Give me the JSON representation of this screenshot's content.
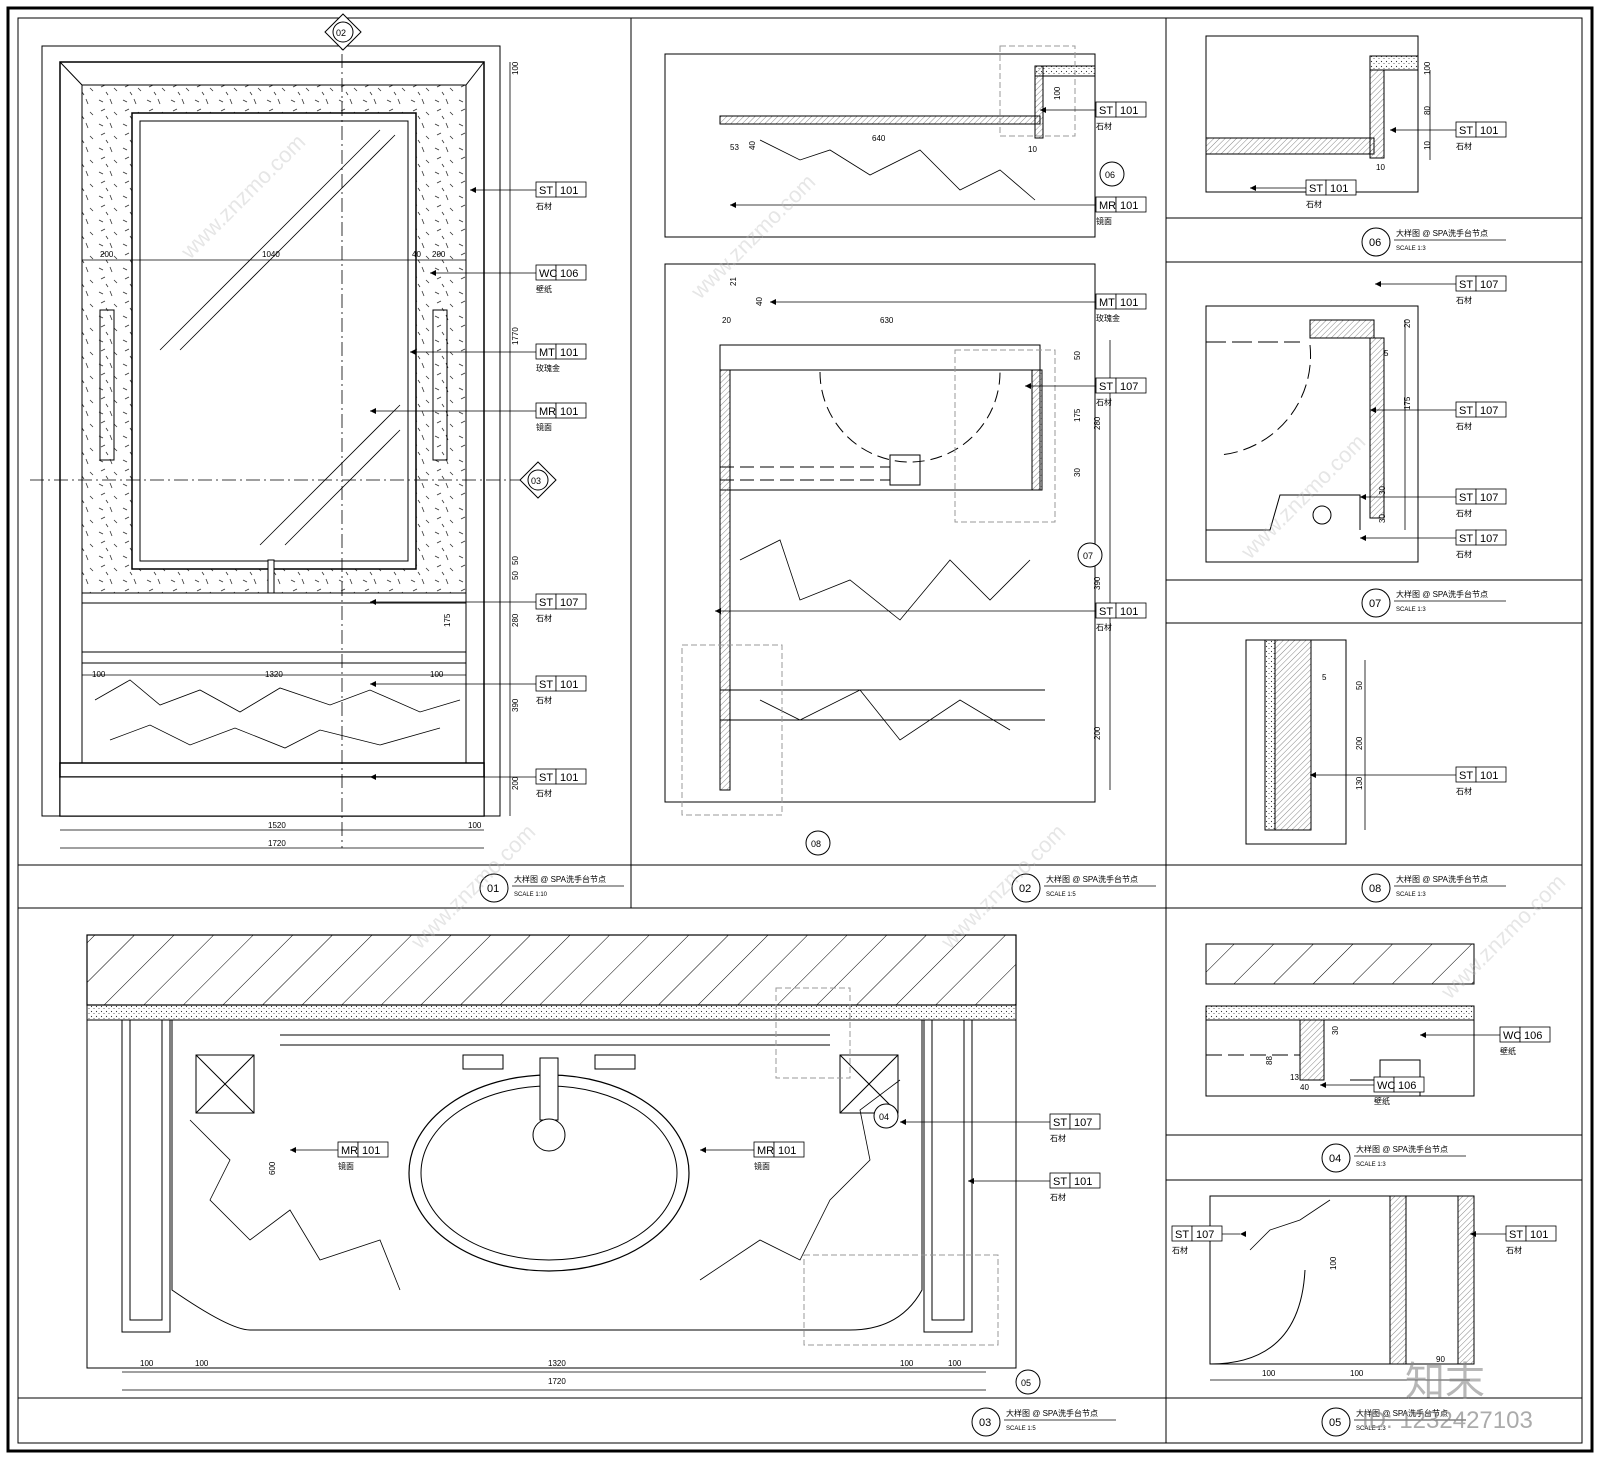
{
  "sheet": {
    "watermark": "www.znzmo.com",
    "brand": "知末",
    "id_text": "ID: 1232427103"
  },
  "panels": [
    {
      "num": "01",
      "title": "大样图 @ SPA洗手台节点",
      "scale": "SCALE  1:10"
    },
    {
      "num": "02",
      "title": "大样图 @ SPA洗手台节点",
      "scale": "SCALE  1:5"
    },
    {
      "num": "06",
      "title": "大样图 @ SPA洗手台节点",
      "scale": "SCALE  1:3"
    },
    {
      "num": "07",
      "title": "大样图 @ SPA洗手台节点",
      "scale": "SCALE  1:3"
    },
    {
      "num": "08",
      "title": "大样图 @ SPA洗手台节点",
      "scale": "SCALE  1:3"
    },
    {
      "num": "03",
      "title": "大样图 @ SPA洗手台节点",
      "scale": "SCALE  1:5"
    },
    {
      "num": "04",
      "title": "大样图 @ SPA洗手台节点",
      "scale": "SCALE  1:3"
    },
    {
      "num": "05",
      "title": "大样图 @ SPA洗手台节点",
      "scale": "SCALE  1:3"
    }
  ],
  "section_markers": [
    "02",
    "03",
    "06",
    "07",
    "08",
    "04",
    "05"
  ],
  "tags": [
    {
      "code": "ST",
      "no": "101",
      "cap": "石材"
    },
    {
      "code": "WC",
      "no": "106",
      "cap": "壁纸"
    },
    {
      "code": "MT",
      "no": "101",
      "cap": "玫瑰金"
    },
    {
      "code": "MR",
      "no": "101",
      "cap": "镜面"
    },
    {
      "code": "ST",
      "no": "107",
      "cap": "石材"
    },
    {
      "code": "ST",
      "no": "101",
      "cap": "石材"
    },
    {
      "code": "ST",
      "no": "101",
      "cap": "石材"
    },
    {
      "code": "ST",
      "no": "101",
      "cap": "石材"
    },
    {
      "code": "MR",
      "no": "101",
      "cap": "镜面"
    },
    {
      "code": "MT",
      "no": "101",
      "cap": "玫瑰金"
    },
    {
      "code": "ST",
      "no": "107",
      "cap": "石材"
    },
    {
      "code": "ST",
      "no": "101",
      "cap": "石材"
    },
    {
      "code": "ST",
      "no": "101",
      "cap": "石材"
    },
    {
      "code": "ST",
      "no": "101",
      "cap": "石材"
    },
    {
      "code": "ST",
      "no": "107",
      "cap": "石材"
    },
    {
      "code": "ST",
      "no": "107",
      "cap": "石材"
    },
    {
      "code": "ST",
      "no": "107",
      "cap": "石材"
    },
    {
      "code": "ST",
      "no": "107",
      "cap": "石材"
    },
    {
      "code": "ST",
      "no": "101",
      "cap": "石材"
    },
    {
      "code": "MR",
      "no": "101",
      "cap": "镜面"
    },
    {
      "code": "MR",
      "no": "101",
      "cap": "镜面"
    },
    {
      "code": "ST",
      "no": "107",
      "cap": "石材"
    },
    {
      "code": "ST",
      "no": "101",
      "cap": "石材"
    },
    {
      "code": "WC",
      "no": "106",
      "cap": "壁纸"
    },
    {
      "code": "WC",
      "no": "106",
      "cap": "壁纸"
    },
    {
      "code": "ST",
      "no": "107",
      "cap": "石材"
    },
    {
      "code": "ST",
      "no": "101",
      "cap": "石材"
    }
  ],
  "dims": [
    "200",
    "1040",
    "40",
    "200",
    "100",
    "1770",
    "50",
    "50",
    "280",
    "175",
    "390",
    "200",
    "100",
    "1320",
    "100",
    "1520",
    "100",
    "1720",
    "100",
    "40",
    "53",
    "640",
    "10",
    "40",
    "20",
    "21",
    "630",
    "50",
    "175",
    "30",
    "280",
    "390",
    "200",
    "100",
    "80",
    "10",
    "10",
    "20",
    "5",
    "175",
    "30",
    "30",
    "5",
    "50",
    "200",
    "130",
    "100",
    "100",
    "600",
    "1320",
    "100",
    "100",
    "1720",
    "30",
    "88",
    "13",
    "40",
    "100",
    "100",
    "100",
    "90"
  ]
}
